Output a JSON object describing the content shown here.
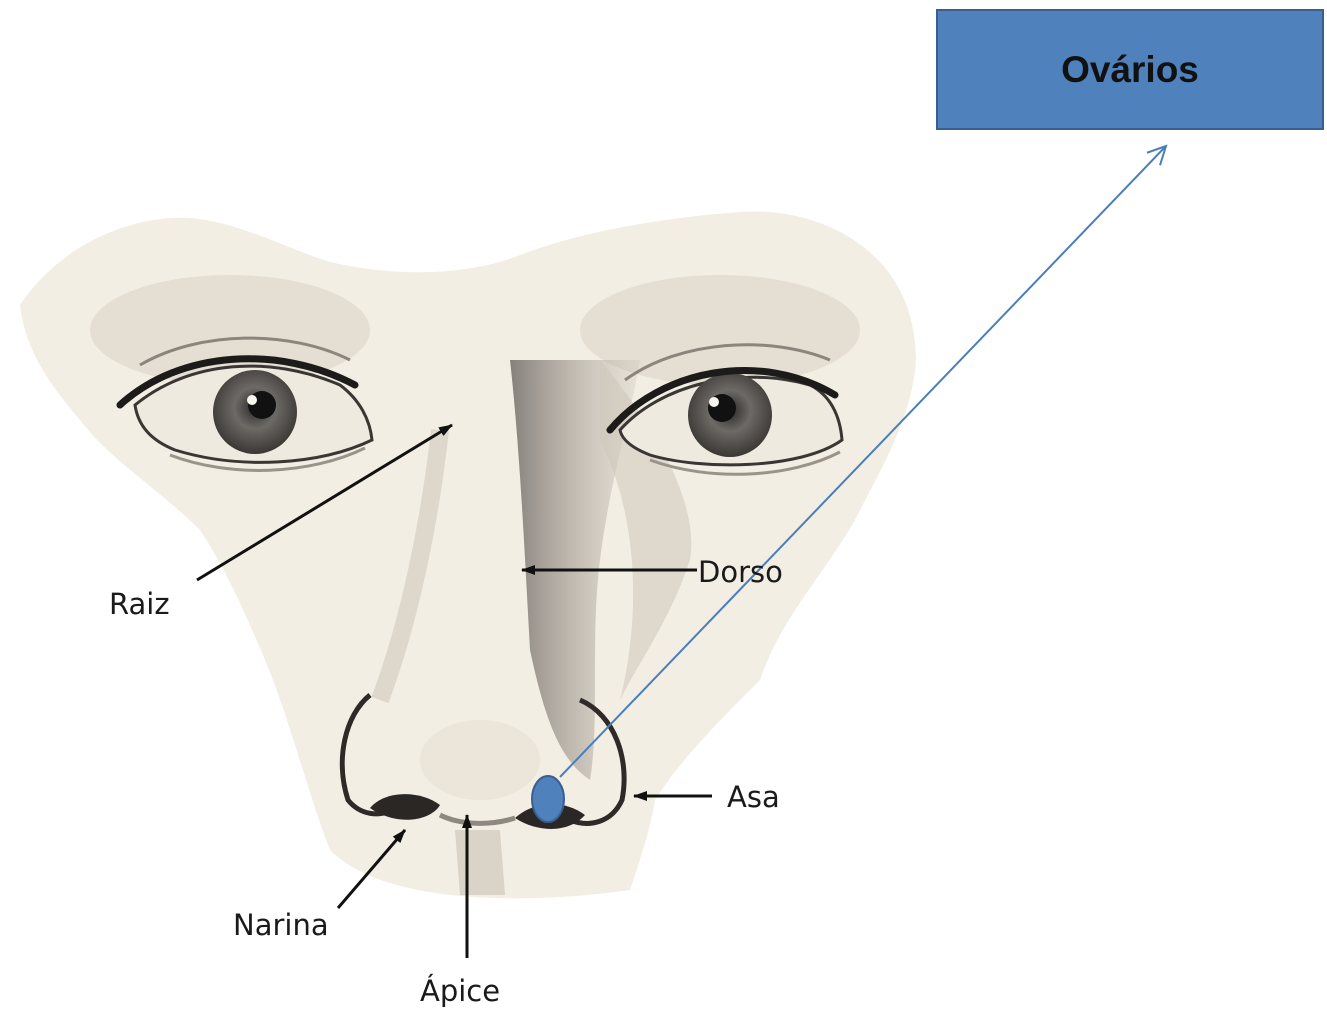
{
  "labels": {
    "raiz": "Raiz",
    "dorso": "Dorso",
    "asa": "Asa",
    "narina": "Narina",
    "apice": "Ápice"
  },
  "callout": {
    "text": "Ovários",
    "fill_color": "#4f81bd",
    "connector_color": "#4a7ebb"
  },
  "illustration": {
    "subject": "face-nose-anatomy-drawing"
  }
}
